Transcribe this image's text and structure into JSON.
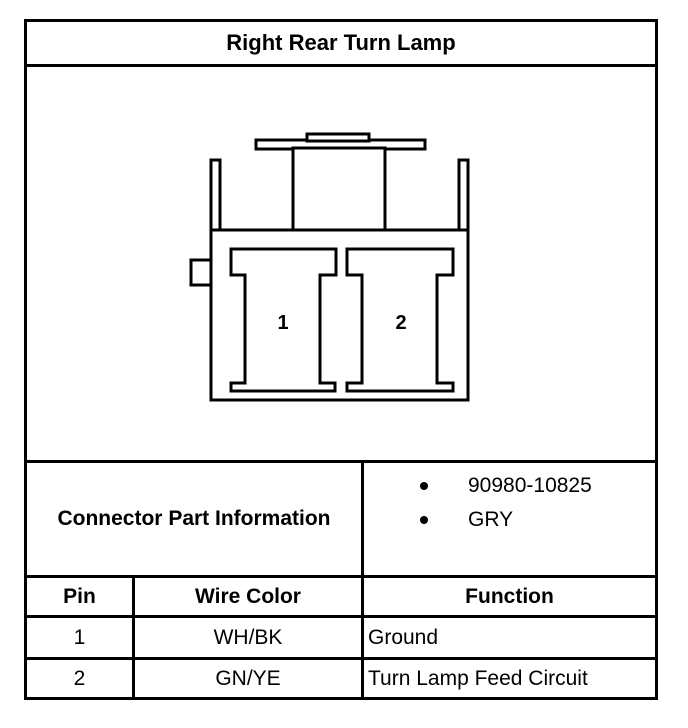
{
  "title": "Right Rear Turn Lamp",
  "connector": {
    "pin_labels": [
      "1",
      "2"
    ]
  },
  "info": {
    "label": "Connector Part Information",
    "items": [
      "90980-10825",
      "GRY"
    ]
  },
  "table": {
    "headers": {
      "pin": "Pin",
      "wire_color": "Wire Color",
      "function": "Function"
    },
    "rows": [
      {
        "pin": "1",
        "wire_color": "WH/BK",
        "function": "Ground"
      },
      {
        "pin": "2",
        "wire_color": "GN/YE",
        "function": "Turn Lamp Feed Circuit"
      }
    ]
  }
}
